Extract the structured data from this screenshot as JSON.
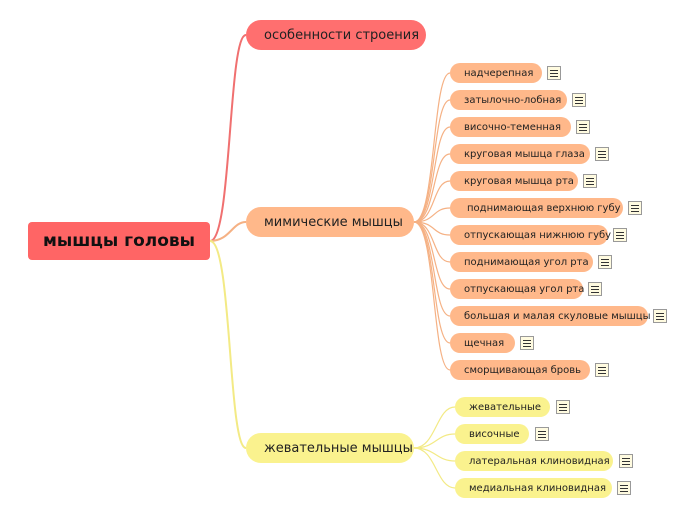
{
  "root": {
    "label": "мышцы головы"
  },
  "branches": [
    {
      "label": "особенности строения",
      "children": []
    },
    {
      "label": "мимические мышцы",
      "children": [
        "надчерепная",
        "затылочно-лобная",
        "височно-теменная",
        "круговая мышца глаза",
        "круговая мышца рта",
        "поднимающая верхнюю губу",
        "отпускающая нижнюю губу",
        "поднимающая угол рта",
        "отпускающая угол рта",
        "большая и малая скуловые мышцы",
        "щечная",
        "сморщивающая бровь"
      ]
    },
    {
      "label": "жевательные мышцы",
      "children": [
        "жевательные",
        "височные",
        "латеральная клиновидная",
        "медиальная клиновидная"
      ]
    }
  ],
  "colors": {
    "root": "#ff6565",
    "branch1": "#ff6f6f",
    "branch2": "#ffb88a",
    "branch3": "#faf28e",
    "link1": "#f07070",
    "link2": "#f5b184",
    "link3": "#f3ea85"
  },
  "note_icon": "note-icon"
}
